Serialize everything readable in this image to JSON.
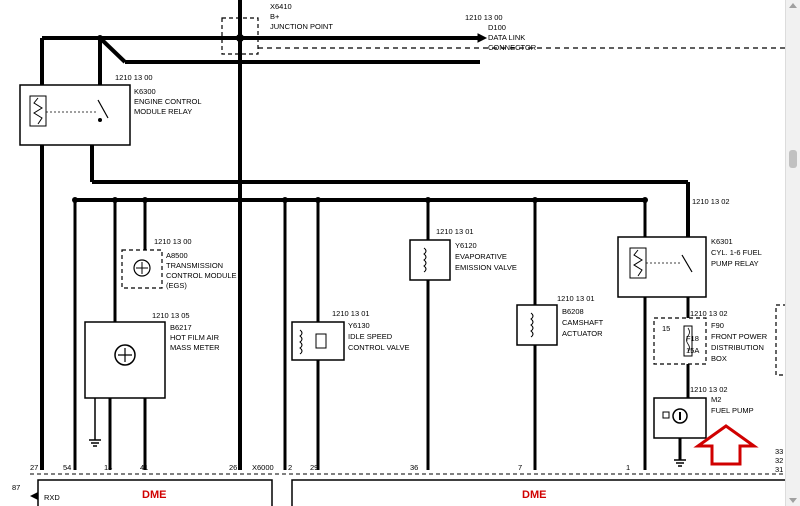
{
  "labels": {
    "x6410_id": "X6410",
    "x6410_name1": "B+",
    "x6410_name2": "JUNCTION POINT",
    "d100_ref": "1210 13 00",
    "d100_id": "D100",
    "d100_name1": "DATA LINK",
    "d100_name2": "CONNECTOR",
    "k6300_ref": "1210 13 00",
    "k6300_id": "K6300",
    "k6300_name1": "ENGINE CONTROL",
    "k6300_name2": "MODULE RELAY",
    "a8500_ref": "1210 13 00",
    "a8500_id": "A8500",
    "a8500_name1": "TRANSMISSION",
    "a8500_name2": "CONTROL MODULE",
    "a8500_name3": "(EGS)",
    "b6217_ref": "1210 13 05",
    "b6217_id": "B6217",
    "b6217_name1": "HOT FILM AIR",
    "b6217_name2": "MASS METER",
    "y6130_ref": "1210 13 01",
    "y6130_id": "Y6130",
    "y6130_name1": "IDLE SPEED",
    "y6130_name2": "CONTROL VALVE",
    "y6120_ref": "1210 13 01",
    "y6120_id": "Y6120",
    "y6120_name1": "EVAPORATIVE",
    "y6120_name2": "EMISSION VALVE",
    "b6208_ref": "1210 13 01",
    "b6208_id": "B6208",
    "b6208_name1": "CAMSHAFT",
    "b6208_name2": "ACTUATOR",
    "k6301_ref": "1210 13 02",
    "k6301_id": "K6301",
    "k6301_name1": "CYL. 1-6 FUEL",
    "k6301_name2": "PUMP RELAY",
    "f90_ref": "1210 13 02",
    "f90_id": "F90",
    "f90_name1": "FRONT POWER",
    "f90_name2": "DISTRIBUTION",
    "f90_name3": "BOX",
    "fuse_id": "F18",
    "fuse_rating": "15A",
    "fuse_pin": "15",
    "m2_ref": "1210 13 02",
    "m2_id": "M2",
    "m2_name": "FUEL PUMP",
    "x6000": "X6000",
    "rxd": "RXD",
    "dme_left": "DME",
    "dme_right": "DME"
  },
  "pins": {
    "p27": "27",
    "p54": "54",
    "p14": "14",
    "p41": "41",
    "p26": "26",
    "p2": "2",
    "p29": "29",
    "p36": "36",
    "p7": "7",
    "p1": "1",
    "p87": "87",
    "p33": "33",
    "p32": "32",
    "p31": "31"
  },
  "colors": {
    "annotation_red": "#d00000",
    "line": "#000000"
  }
}
